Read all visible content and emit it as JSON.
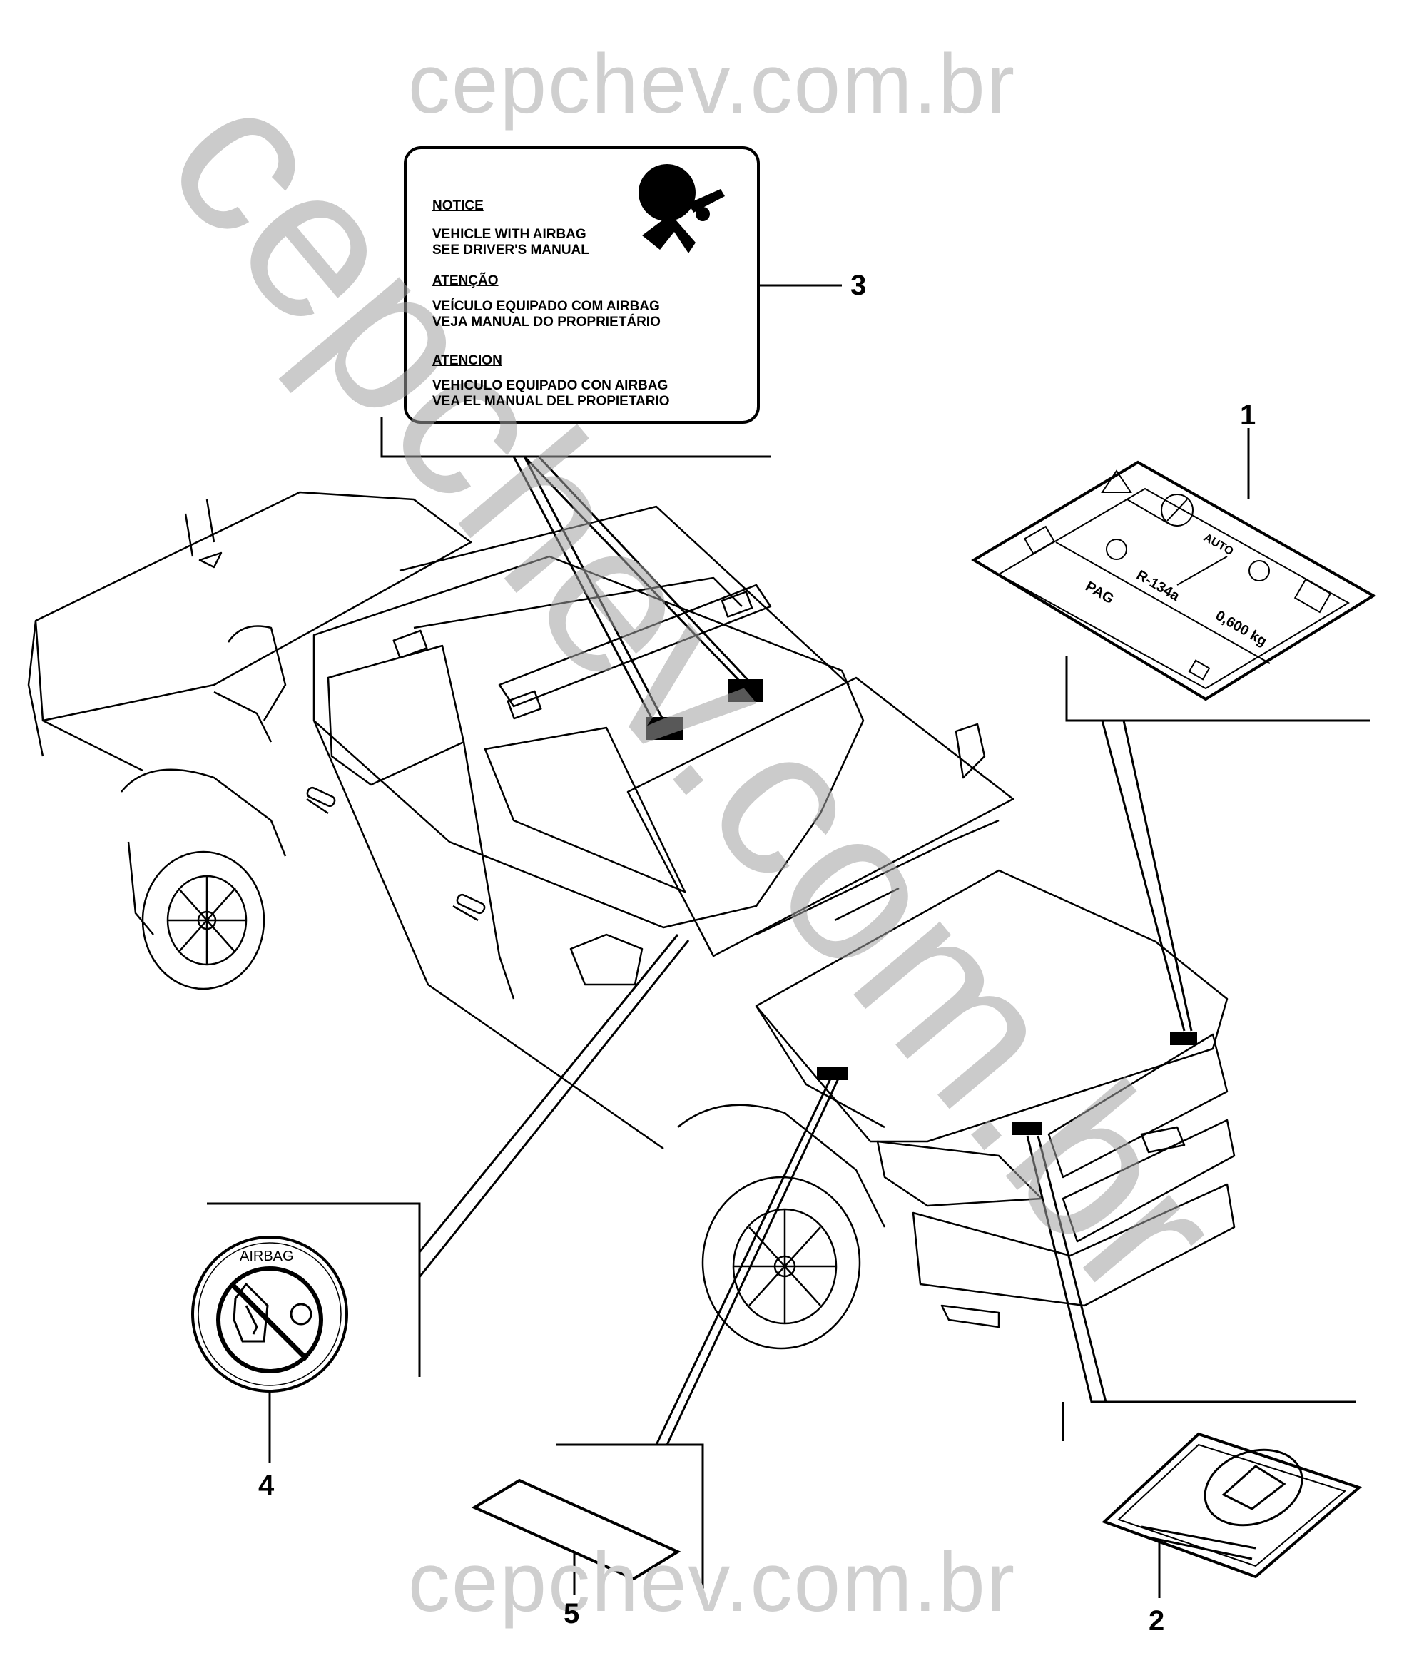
{
  "watermark": {
    "top": "cepchev.com.br",
    "bottom": "cepchev.com.br",
    "diagonal": "cepchev.com.br"
  },
  "callouts": {
    "c1": "1",
    "c2": "2",
    "c3": "3",
    "c4": "4",
    "c5": "5"
  },
  "airbag_label": {
    "notice_title": "NOTICE",
    "notice_line1": "VEHICLE WITH AIRBAG",
    "notice_line2": "SEE DRIVER'S MANUAL",
    "pt_title": "ATENÇÃO",
    "pt_line1": "VEÍCULO EQUIPADO COM AIRBAG",
    "pt_line2": "VEJA MANUAL DO PROPRIETÁRIO",
    "es_title": "ATENCION",
    "es_line1": "VEHICULO EQUIPADO CON AIRBAG",
    "es_line2": "VEA EL MANUAL DEL PROPIETARIO"
  },
  "ac_label": {
    "refrigerant": "R-134a",
    "oil": "PAG",
    "charge": "0,600 kg",
    "auto": "AUTO"
  },
  "seat_label": {
    "airbag_text": "AIRBAG"
  }
}
